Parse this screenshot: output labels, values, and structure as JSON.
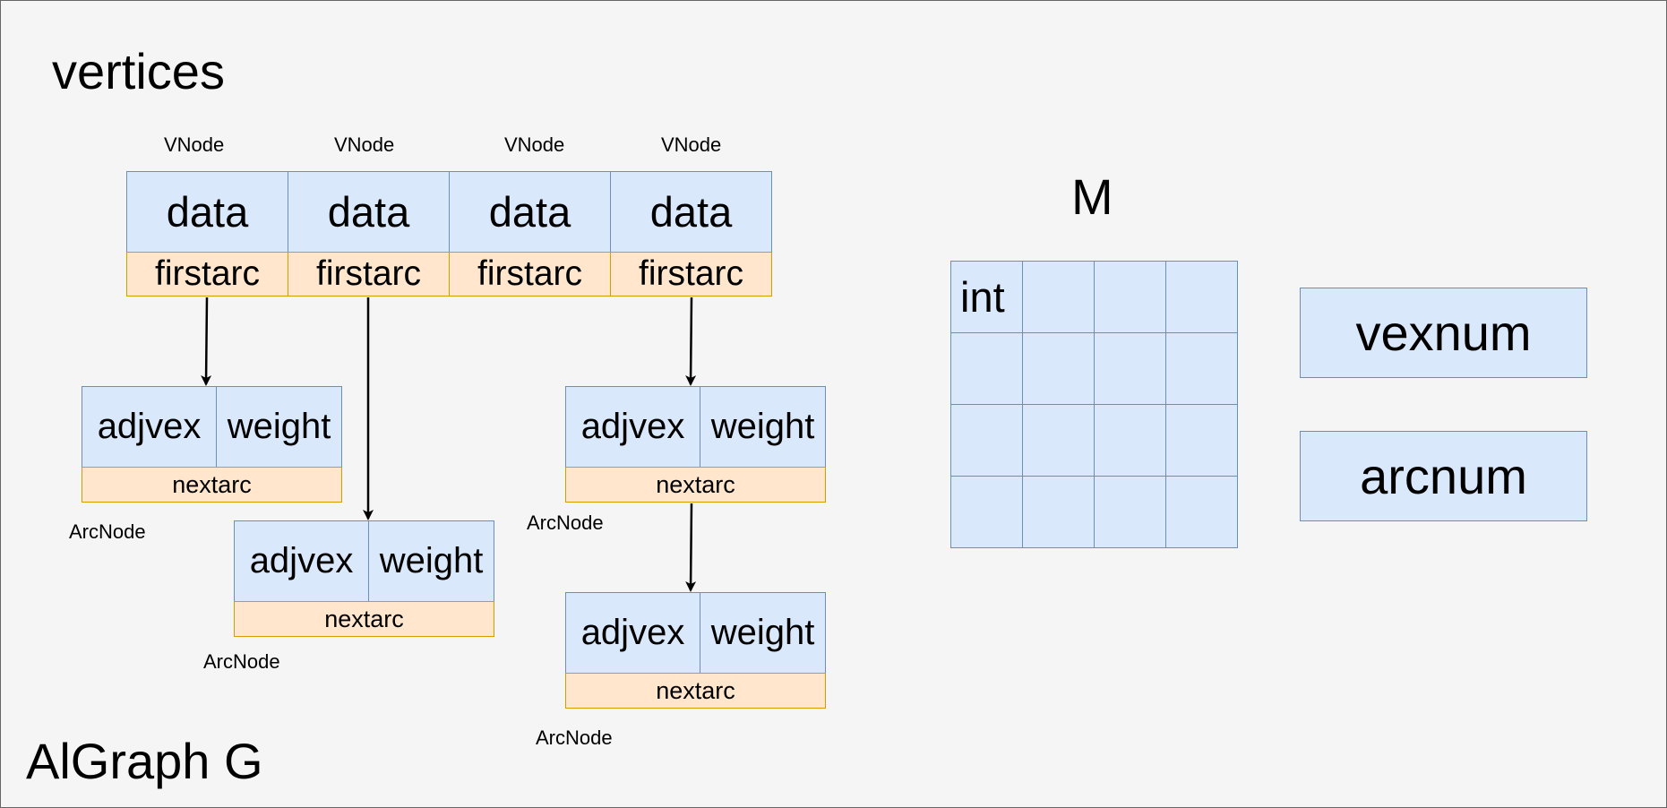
{
  "diagram": {
    "graph_label": "AlGraph G",
    "vertices_label": "vertices",
    "vnode_label": "VNode",
    "arcnode_label": "ArcNode",
    "vnode_fields": {
      "data": "data",
      "firstarc": "firstarc"
    },
    "arcnode_fields": {
      "adjvex": "adjvex",
      "weight": "weight",
      "nextarc": "nextarc"
    },
    "vertex_count": 4,
    "arcnode_count": 4,
    "matrix": {
      "title": "M",
      "rows": 4,
      "cols": 4,
      "cells": [
        [
          "int",
          "",
          "",
          ""
        ],
        [
          "",
          "",
          "",
          ""
        ],
        [
          "",
          "",
          "",
          ""
        ],
        [
          "",
          "",
          "",
          ""
        ]
      ]
    },
    "vexnum_label": "vexnum",
    "arcnum_label": "arcnum",
    "colors": {
      "background": "#f5f5f5",
      "blue_fill": "#dae8fc",
      "blue_stroke": "#6c8ebf",
      "orange_fill": "#ffe6cc",
      "orange_stroke": "#d79b00",
      "arrow": "#000000"
    },
    "links": [
      {
        "from": "vertex-1.firstarc",
        "to": "arcnode-1"
      },
      {
        "from": "vertex-2.firstarc",
        "to": "arcnode-2"
      },
      {
        "from": "vertex-4.firstarc",
        "to": "arcnode-3"
      },
      {
        "from": "arcnode-3.nextarc",
        "to": "arcnode-4"
      }
    ]
  }
}
